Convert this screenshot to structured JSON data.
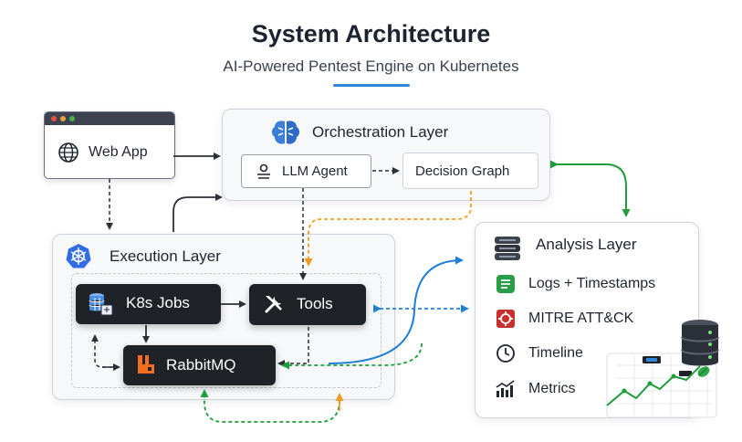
{
  "header": {
    "title": "System Architecture",
    "subtitle": "AI-Powered Pentest Engine on Kubernetes"
  },
  "web_app": {
    "label": "Web App"
  },
  "orchestration": {
    "title": "Orchestration Layer",
    "llm_agent": "LLM Agent",
    "decision_graph": "Decision Graph"
  },
  "execution": {
    "title": "Execution Layer",
    "k8s_jobs": "K8s Jobs",
    "tools": "Tools",
    "rabbitmq": "RabbitMQ"
  },
  "analysis": {
    "title": "Analysis Layer",
    "items": [
      {
        "label": "Logs + Timestamps",
        "icon": "log-icon"
      },
      {
        "label": "MITRE ATT&CK",
        "icon": "mitre-icon"
      },
      {
        "label": "Timeline",
        "icon": "clock-icon"
      },
      {
        "label": "Metrics",
        "icon": "bar-chart-icon"
      }
    ]
  },
  "colors": {
    "accent_blue": "#2f86d6",
    "green": "#1f9d3a",
    "orange": "#f29a1f",
    "dark": "#1f2328",
    "kubernetes_blue": "#326ce5"
  }
}
